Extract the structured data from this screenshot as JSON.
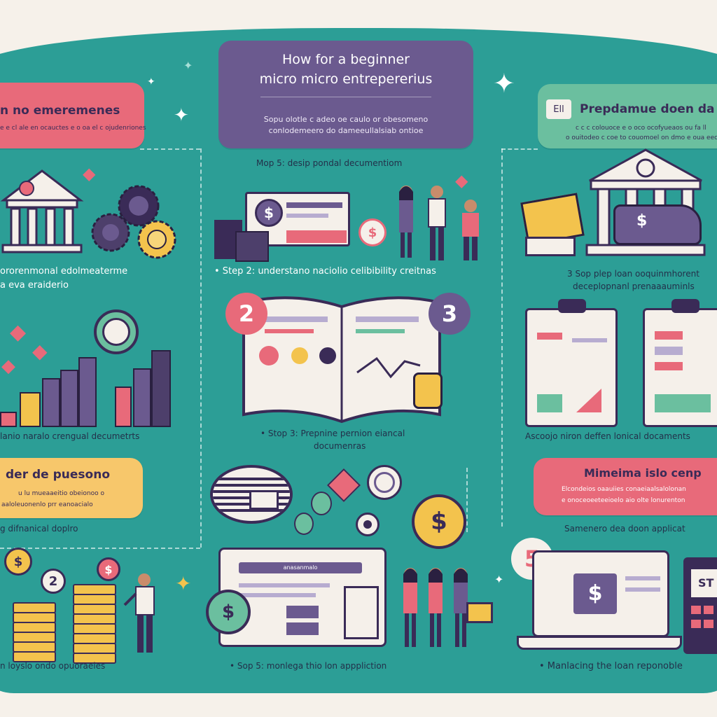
{
  "title": {
    "line1": "How for a beginner",
    "line2": "micro micro entrepererius",
    "sub1": "Sopu olotle c adeo oe caulo or obesomeno",
    "sub2": "conlodemeero do dameeullalsiab ontioe"
  },
  "left_card": {
    "heading": "n no emeremenes",
    "sub": "e e cl ale en ocauctes e o oa el c ojudenriones"
  },
  "right_card": {
    "badge": "Ell",
    "heading": "Prepdamue doen da",
    "sub1": "c c c colouoce e o oco ocofyueaos ou fa ll",
    "sub2": "o ouitodeo c coe to couomoel on dmo e oua eeon a"
  },
  "top_step": "Mop 5: desip pondal decumentiom",
  "captions": {
    "left_1_a": "ororenmonal edolmeaterme",
    "left_1_b": "a eva eraiderio",
    "center_1": "• Step 2: understano naciolio celibibility creitnas",
    "right_1_a": "3 Sop plep loan ooquinmhorent",
    "right_1_b": "deceplopnanl prenaaauminls",
    "left_2": "lanio naralo crengual decumetrts",
    "center_2_a": "• Stop 3: Prepnine pernion eiancal",
    "center_2_b": "documenras",
    "right_2": "Ascoojo niron deffen lonical docaments",
    "left_3": "g difnanical doplro",
    "right_3": "Samenero dea doon applicat",
    "left_4": "n loyslo ondo opuoraeies",
    "center_4": "• Sop 5:  monlega thio lon apppliction",
    "right_4": "• Manlacing the loan reponoble"
  },
  "yellow_card": {
    "heading": "der de puesono",
    "sub1": "u lu mueaaeitio obeionoo o",
    "sub2": "aaloleuonenlo prr eanoacialo"
  },
  "pink_card_2": {
    "heading": "Mimeima islo cenp",
    "sub1": "Elcondeios oaauiies conaeiaalsalolonan",
    "sub2": "e onoceoeeteeioelo aio olte lonurenton"
  },
  "badges": {
    "b2": "2",
    "b3": "3",
    "b5": "5",
    "b2_small": "2"
  },
  "icons": {
    "dollar": "$",
    "st_text": "ST"
  },
  "screen_label": "anasanmalo",
  "colors": {
    "teal": "#2c9e96",
    "purple": "#6b5a8f",
    "pink": "#e86a7a",
    "green": "#6bbf9f",
    "yellow": "#f7c76b"
  }
}
